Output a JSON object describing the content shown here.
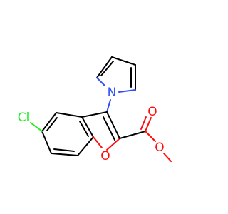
{
  "colors": {
    "background": "#ffffff",
    "bond": "#000000",
    "chlorine": "#1ff01f",
    "nitrogen": "#3050f8",
    "oxygen": "#ff0d0d"
  },
  "atoms": {
    "cl": {
      "label": "Cl",
      "color": "#1ff01f"
    },
    "n_pyrrole": {
      "label": "N",
      "color": "#3050f8"
    },
    "o_furan": {
      "label": "O",
      "color": "#ff0d0d"
    },
    "o_carbonyl": {
      "label": "O",
      "color": "#ff0d0d"
    },
    "o_ester": {
      "label": "O",
      "color": "#ff0d0d"
    }
  }
}
